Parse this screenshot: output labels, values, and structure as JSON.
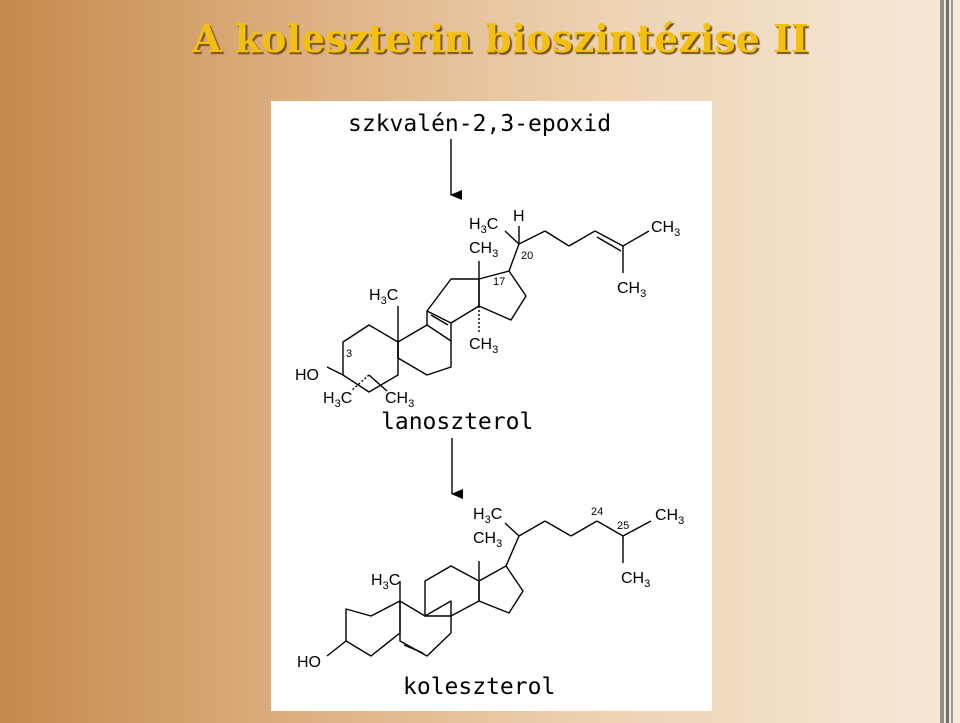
{
  "title": "A koleszterin bioszintézise II",
  "diagram": {
    "start_compound": "szkvalén-2,3-epoxid",
    "intermediate": "lanoszterol",
    "product": "koleszterol",
    "lanosterol_labels": {
      "h3c_top": "H",
      "h3c_top_sub": "3",
      "h3c_top_c": "C",
      "h_20": "H",
      "ch3_c18": "CH",
      "ch3_c18_sub": "3",
      "ch3_side": "CH",
      "ch3_side_sub": "3",
      "ch3_side_lower": "CH",
      "ch3_side_lower_sub": "3",
      "h3c_c19": "H",
      "h3c_c19_sub": "3",
      "h3c_c19_c": "C",
      "ch3_c14": "CH",
      "ch3_c14_sub": "3",
      "ho": "HO",
      "h3c_c4a": "H",
      "h3c_c4a_sub": "3",
      "h3c_c4a_c": "C",
      "ch3_c4b": "CH",
      "ch3_c4b_sub": "3",
      "num_3": "3",
      "num_17": "17",
      "num_20": "20"
    },
    "cholesterol_labels": {
      "h3c_top": "H",
      "h3c_top_sub": "3",
      "h3c_top_c": "C",
      "ch3_c18": "CH",
      "ch3_c18_sub": "3",
      "ch3_side": "CH",
      "ch3_side_sub": "3",
      "ch3_side_lower": "CH",
      "ch3_side_lower_sub": "3",
      "h3c_c19": "H",
      "h3c_c19_sub": "3",
      "h3c_c19_c": "C",
      "ho": "HO",
      "num_24": "24",
      "num_25": "25"
    }
  }
}
